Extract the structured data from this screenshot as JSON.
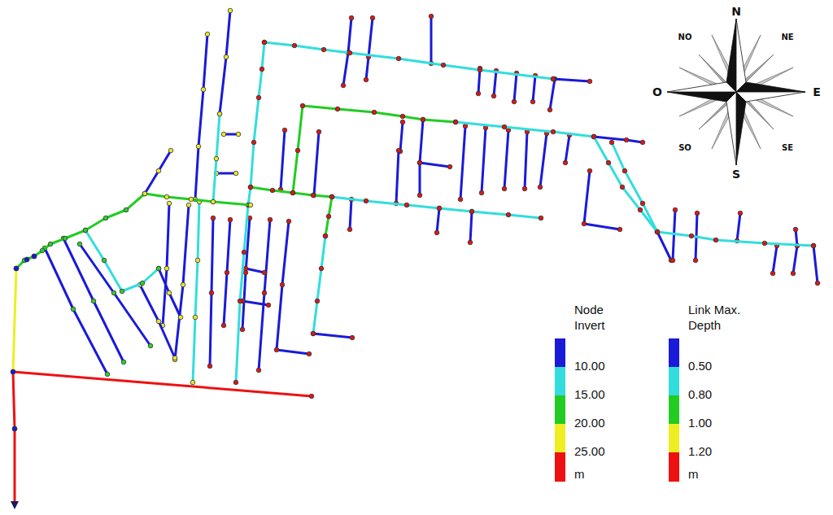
{
  "diagram": {
    "labels": [
      "N",
      "NE",
      "E",
      "SE",
      "S",
      "SO",
      "O",
      "NO",
      "Node Invert",
      "Link Max. Depth"
    ],
    "legend": [
      {
        "text": "10.00",
        "color": "#1a1ad9"
      },
      {
        "text": "15.00",
        "color": "#33dddd"
      },
      {
        "text": "20.00",
        "color": "#22cc22"
      },
      {
        "text": "25.00",
        "color": "#eeee22"
      },
      {
        "text": "m",
        "color": "#ee1111"
      },
      {
        "text": "0.50",
        "color": "#1a1ad9"
      },
      {
        "text": "0.80",
        "color": "#33dddd"
      },
      {
        "text": "1.00",
        "color": "#22cc22"
      },
      {
        "text": "1.20",
        "color": "#eeee22"
      },
      {
        "text": "m",
        "color": "#ee1111"
      }
    ]
  }
}
